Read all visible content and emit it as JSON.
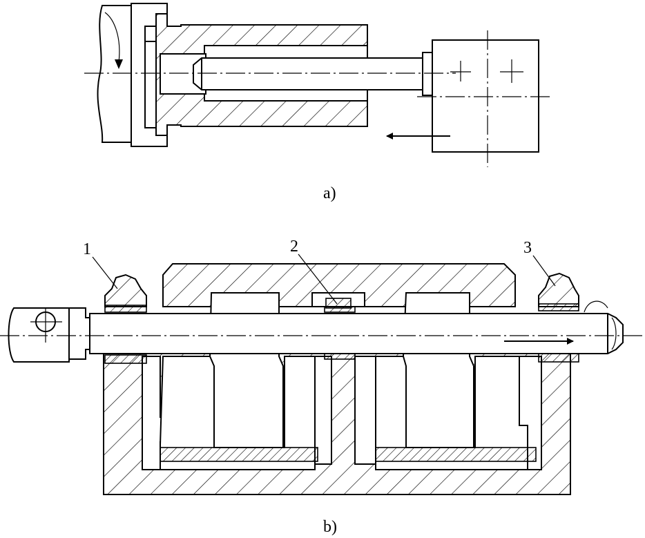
{
  "figure": {
    "subfigure_a": {
      "caption": "a)"
    },
    "subfigure_b": {
      "caption": "b)",
      "callouts": [
        "1",
        "2",
        "3"
      ]
    }
  },
  "colors": {
    "ink": "#000000",
    "paper": "#ffffff"
  }
}
